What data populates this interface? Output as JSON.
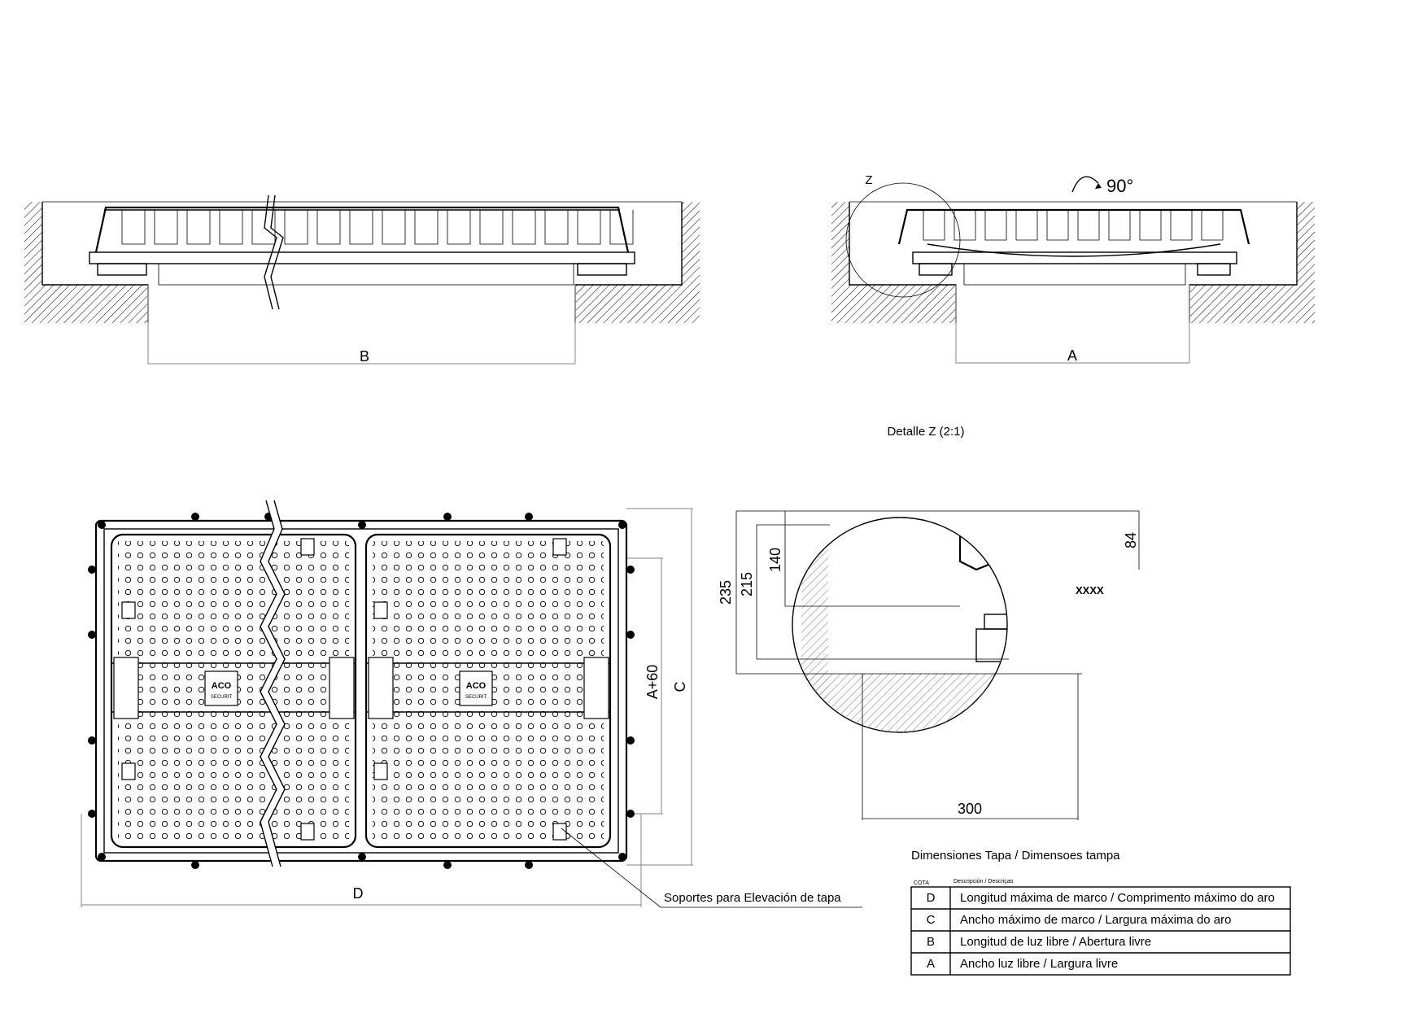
{
  "views": {
    "section_long": {
      "dimension_label": "B"
    },
    "section_short": {
      "dimension_label": "A",
      "detail_marker": "Z",
      "rotation_label": "90°"
    },
    "detail": {
      "title": "Detalle Z (2:1)",
      "dim_235": "235",
      "dim_215": "215",
      "dim_140": "140",
      "dim_84": "84",
      "dim_300": "300",
      "marking": "XXXX"
    },
    "plan": {
      "dim_width": "D",
      "dim_height": "C",
      "dim_inner": "A+60",
      "callout": "Soportes para Elevación de tapa",
      "logo_text": "ACO",
      "logo_sub": "SECURIT"
    }
  },
  "table": {
    "title": "Dimensiones Tapa / Dimensoes tampa",
    "header_cota": "COTA",
    "header_desc": "Descripción / Descriçao",
    "rows": [
      {
        "code": "D",
        "desc": "Longitud máxima de marco / Comprimento máximo do aro"
      },
      {
        "code": "C",
        "desc": "Ancho máximo de marco / Largura máxima do aro"
      },
      {
        "code": "B",
        "desc": "Longitud de luz libre / Abertura livre"
      },
      {
        "code": "A",
        "desc": "Ancho luz libre / Largura livre"
      }
    ]
  }
}
